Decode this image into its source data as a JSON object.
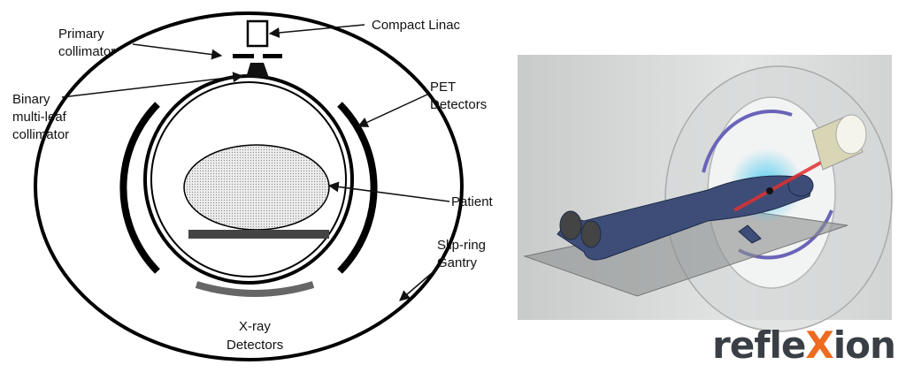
{
  "labels": {
    "compact_linac": "Compact Linac",
    "primary_collimator": [
      "Primary",
      "collimator"
    ],
    "binary_mlc": [
      "Binary",
      "multi-leaf",
      "collimator"
    ],
    "pet_detectors": [
      "PET",
      "Detectors"
    ],
    "patient": "Patient",
    "gantry": [
      "Slip-ring",
      "Gantry"
    ],
    "xray_detectors": [
      "X-ray",
      "Detectors"
    ]
  },
  "logo": {
    "pre": "refle",
    "x": "X",
    "post": "ion"
  },
  "colors": {
    "logo_text": "#3a3f45",
    "logo_accent": "#ec6b1f",
    "pet_arc": "#6a64b8",
    "beam": "#e03030",
    "xray_detector": "#666666"
  }
}
